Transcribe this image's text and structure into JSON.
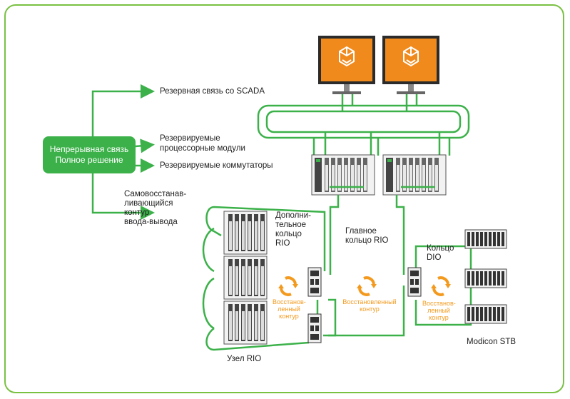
{
  "hub": {
    "line1": "Непрерывная связь",
    "line2": "Полное решение"
  },
  "features": {
    "scada": "Резервная связь со SCADA",
    "cpu_l1": "Резервируемые",
    "cpu_l2": "процессорные модули",
    "switches": "Резервируемые коммутаторы",
    "selfheal_l1": "Самовосстанав-",
    "selfheal_l2": "ливающийся",
    "selfheal_l3": "контур",
    "selfheal_l4": "ввода-вывода"
  },
  "labels": {
    "extra_ring_l1": "Дополни-",
    "extra_ring_l2": "тельное",
    "extra_ring_l3": "кольцо",
    "extra_ring_l4": "RIO",
    "main_ring_l1": "Главное",
    "main_ring_l2": "кольцо RIO",
    "dio_ring_l1": "Кольцо",
    "dio_ring_l2": "DIO",
    "rio_node": "Узел RIO",
    "modicon_stb": "Modicon STB"
  },
  "restored": {
    "left_l1": "Восстанов-",
    "left_l2": "ленный",
    "left_l3": "контур",
    "center_l1": "Восстановленный",
    "center_l2": "контур",
    "right_l1": "Восстанов-",
    "right_l2": "ленный",
    "right_l3": "контур"
  },
  "colors": {
    "accent": "#3cb14a",
    "frame": "#79c142",
    "orange": "#f39a1e",
    "screen": "#f08a1c"
  },
  "icons": [
    "workstation-icon",
    "cpu-rack-icon",
    "io-rack-icon",
    "rio-adapter-icon",
    "stb-island-icon",
    "restore-cycle-icon"
  ]
}
